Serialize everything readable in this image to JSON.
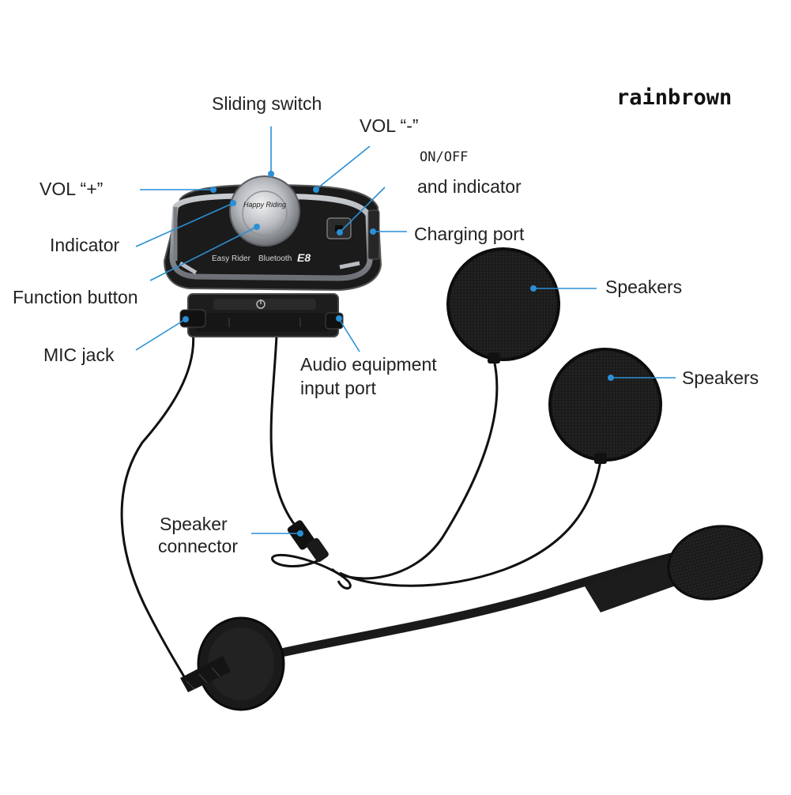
{
  "brand": "rainbrown",
  "device": {
    "cap_text": "Happy Riding",
    "left_text": "Easy Rider",
    "mid_text": "Bluetooth",
    "model": "E8"
  },
  "labels": {
    "sliding_switch": "Sliding switch",
    "vol_minus": "VOL “-”",
    "onoff_line1": "ON/OFF",
    "onoff_line2": "and indicator",
    "vol_plus": "VOL “+”",
    "charging_port": "Charging port",
    "indicator": "Indicator",
    "function_button": "Function button",
    "speakers_1": "Speakers",
    "speakers_2": "Speakers",
    "mic_jack": "MIC jack",
    "audio_input_line1": "Audio equipment",
    "audio_input_line2": "input port",
    "speaker_connector_line1": "Speaker",
    "speaker_connector_line2": "connector"
  },
  "colors": {
    "pointer": "#2a8fd6",
    "foam": "#1c1c1c",
    "body": "#202020",
    "trim": "#9a9ea4"
  }
}
